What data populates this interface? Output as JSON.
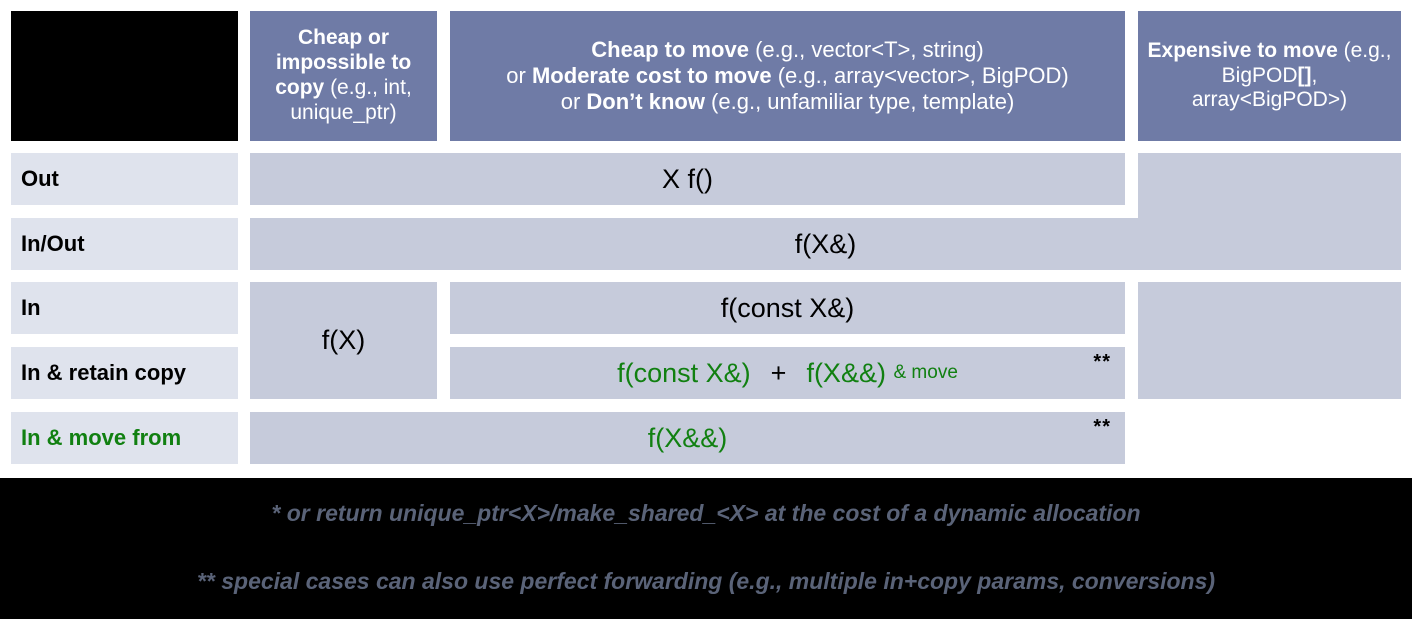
{
  "slide": {
    "title": "C++ parameter and return passing guidelines table",
    "colors": {
      "header_blue": "#6f7ba6",
      "cell_lavender": "#c6cbdb",
      "rowlabel_lavender": "#dfe3ed",
      "accent_green": "#118011",
      "footnote_grey": "#5a6378",
      "band_black": "#000000",
      "background": "#ffffff"
    }
  },
  "header": {
    "corner_label": "",
    "columns": [
      {
        "id": "cheap-or-impossible-to-copy",
        "bold_part": "Cheap or impossible to copy",
        "light_part": " (e.g., int, unique_ptr)",
        "full": "Cheap or impossible to copy (e.g., int, unique_ptr)"
      },
      {
        "id": "cheap-to-move",
        "line1_bold": "Cheap to move",
        "line1_light": " (e.g., vector<T>, string)",
        "line2_prefix": "or ",
        "line2_bold": "Moderate cost to move",
        "line2_light": " (e.g., array<vector>, BigPOD)",
        "line3_prefix": "or ",
        "line3_bold": "Don’t know",
        "line3_light": " (e.g., unfamiliar type, template)",
        "full": "Cheap to move (e.g., vector<T>, string) or Moderate cost to move (e.g., array<vector>, BigPOD) or Don’t know (e.g., unfamiliar type, template)"
      },
      {
        "id": "expensive-to-move",
        "bold_part": "Expensive to move",
        "light_part": " (e.g., BigPOD[], array<BigPOD>)",
        "light_pre": " (e.g., BigPOD",
        "bold_brackets": "[]",
        "light_post": ", array<BigPOD>)",
        "full": "Expensive to move (e.g., BigPOD[], array<BigPOD>)"
      }
    ]
  },
  "rows": [
    {
      "id": "out",
      "label": "Out",
      "label_color": "black",
      "cell_text": "X f()",
      "cell_color": "black"
    },
    {
      "id": "in-out",
      "label": "In/Out",
      "label_color": "black",
      "cell_text": "f(X&)",
      "cell_color": "black"
    },
    {
      "id": "in",
      "label": "In",
      "label_color": "black",
      "cell_text": "f(const X&)",
      "cell_color": "black"
    },
    {
      "id": "in-retain-copy",
      "label": "In & retain copy",
      "label_color": "black",
      "cell_text": "",
      "cell_color": "green"
    },
    {
      "id": "in-move-from",
      "label": "In & move from",
      "label_color": "green",
      "cell_text": "f(X&&)",
      "cell_color": "green"
    }
  ],
  "cells": {
    "col1_merged": {
      "text": "f(X)",
      "spans_rows": "In, In & retain copy"
    },
    "retain_copy": {
      "part1": "f(const X&)",
      "plus": "+",
      "part2": "f(X&&)",
      "part3": "& move"
    },
    "asterisk_marker": "**"
  },
  "footnotes": [
    "* or return unique_ptr<X>/make_shared_<X> at the cost of a dynamic allocation",
    "** special cases can also use perfect forwarding (e.g., multiple in+copy params, conversions)"
  ]
}
